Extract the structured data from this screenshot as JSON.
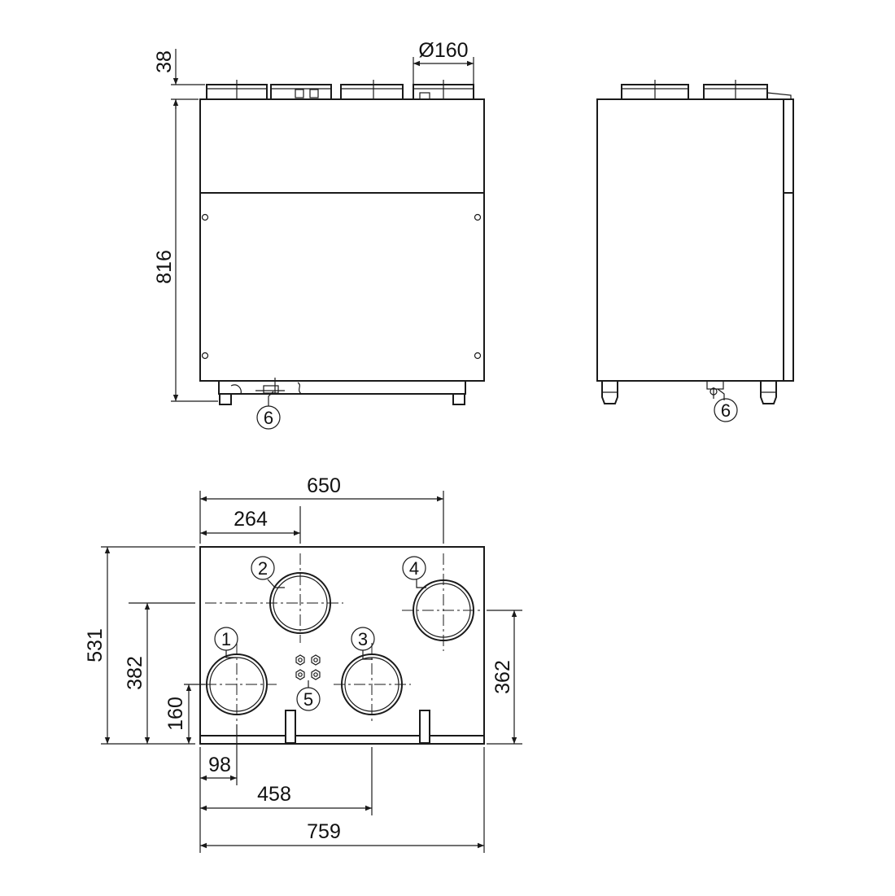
{
  "dimensions": {
    "spigot_height": "38",
    "unit_height": "816",
    "spigot_diameter": "Ø160",
    "depth_outer": "650",
    "spigot2_offset": "264",
    "width_531": "531",
    "spigot2_height": "382",
    "spigot1_height": "160",
    "spigot4_height": "362",
    "spigot1_offset": "98",
    "spigot3_offset": "458",
    "overall_width": "759"
  },
  "callouts": {
    "c1": "1",
    "c2": "2",
    "c3": "3",
    "c4": "4",
    "c5": "5",
    "c6_front": "6",
    "c6_side": "6"
  }
}
